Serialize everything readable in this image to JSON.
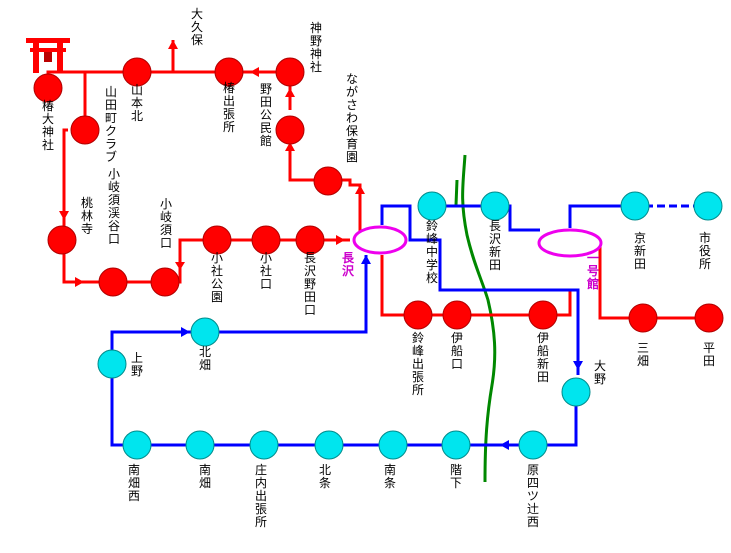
{
  "diagram": {
    "colors": {
      "red_line": "#ff0000",
      "blue_line": "#0000ff",
      "red_stop_fill": "#ff0000",
      "red_stop_stroke": "#b00000",
      "blue_stop_fill": "#00e5ee",
      "blue_stop_stroke": "#008b8b",
      "hub": "#ee00ee",
      "river": "#008800"
    },
    "stops": {
      "tsubaki_taisha": "椿大神社",
      "yamamoto_kita": "山本北",
      "okubo": "大久保",
      "tsubaki_shutchojo": "椿出張所",
      "kanno_jinja": "神野神社",
      "noda_kominkan": "野田公民館",
      "nagasawa_hoikuen": "ながさわ保育園",
      "yamadacho_club": "山田町クラブ",
      "obesu_keikoku": "小岐須渓谷口",
      "torinji": "桃林寺",
      "obesu_guchi": "小岐須口",
      "oyashiro_koen": "小社公園",
      "oyashiro_guchi": "小社口",
      "nagasawa_noda_guchi": "長沢野田口",
      "suzumine_chugakko": "鈴峰中学校",
      "nagasawa_shinden": "長沢新田",
      "kyoshinden": "京新田",
      "shiyakusho": "市役所",
      "mitsuhata": "三畑",
      "hirata": "平田",
      "suzumine_shutchojo": "鈴峰出張所",
      "ifune_guchi": "伊船口",
      "ifune_shinden": "伊船新田",
      "ono": "大野",
      "kitahata": "北畑",
      "kamino": "上野",
      "minamihata_nishi": "南畑西",
      "minamihata": "南畑",
      "shonai_shutchojo": "庄内出張所",
      "hokujo": "北条",
      "nanjo": "南条",
      "kaika": "階下",
      "hara_yotsutsuji_nishi": "原四ツ辻西"
    },
    "hubs": {
      "nagasawa": "長沢",
      "ichigokan": "一号館"
    }
  }
}
